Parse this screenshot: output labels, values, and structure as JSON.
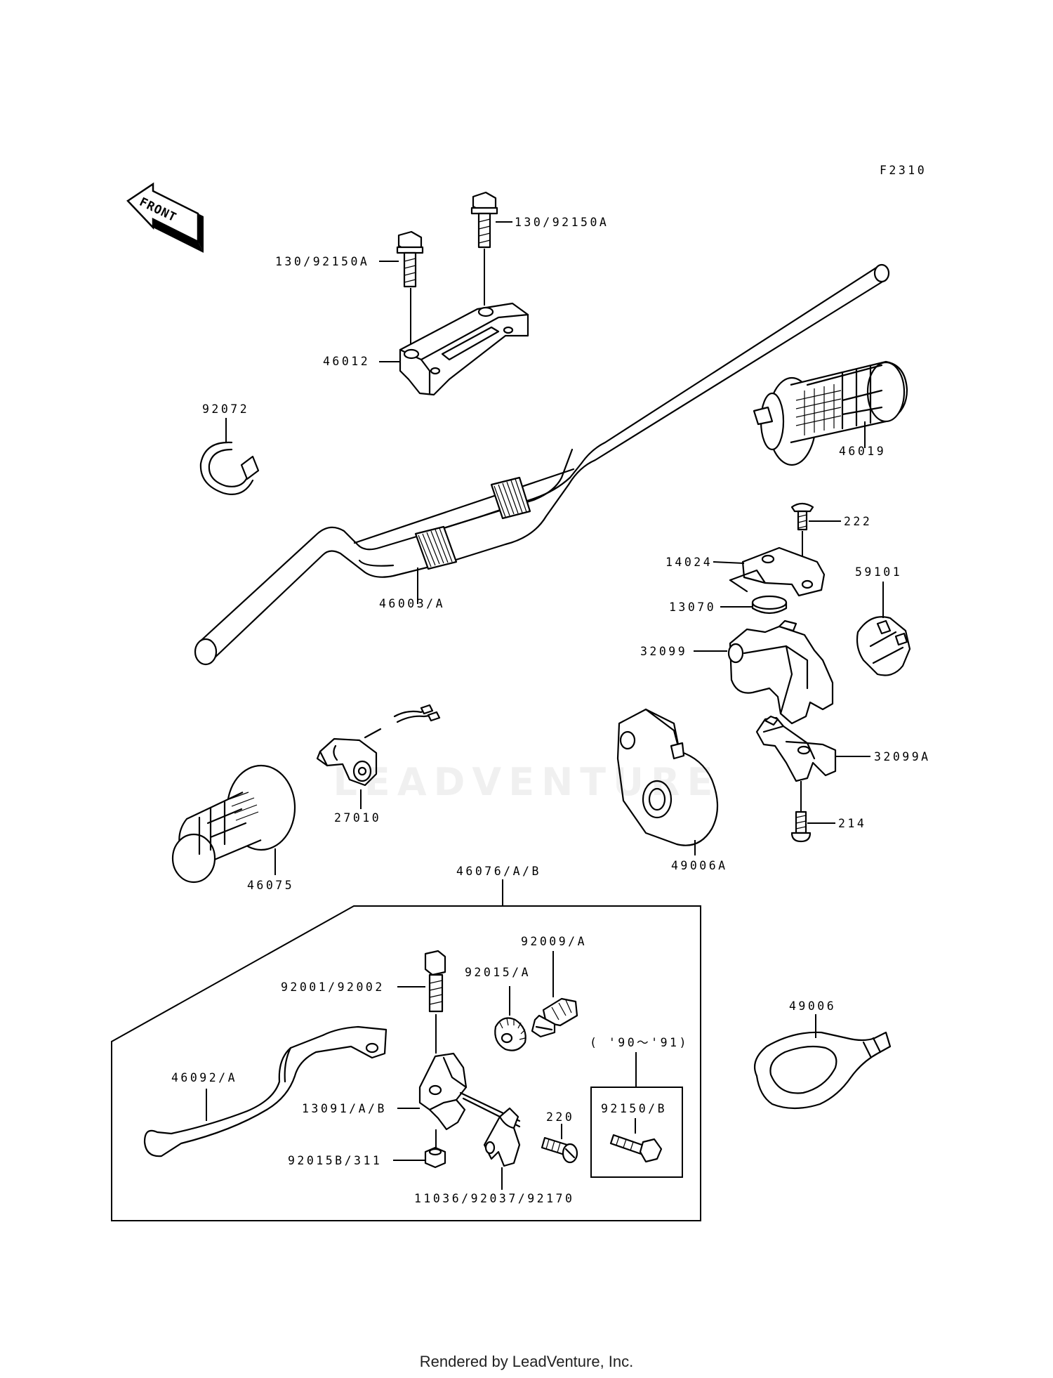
{
  "figure_code": "F2310",
  "front_arrow_label": "FRONT",
  "labels": {
    "bolt_left": "130/92150A",
    "bolt_right": "130/92150A",
    "clamp_holder": "46012",
    "wire_band": "92072",
    "handlebar": "46003/A",
    "throttle_grip": "46019",
    "screw_222": "222",
    "cover_14024": "14024",
    "ring_13070": "13070",
    "case_59101": "59101",
    "housing_32099": "32099",
    "housing_32099a": "32099A",
    "screw_214": "214",
    "switch_27010": "27010",
    "boot_49006a": "49006A",
    "grip_46075": "46075",
    "lever_assy": "46076/A/B",
    "adjuster_92009": "92009/A",
    "nut_92015": "92015/A",
    "bolt_92001": "92001/92002",
    "lever_46092": "46092/A",
    "holder_13091": "13091/A/B",
    "nut_92015b": "92015B/311",
    "bracket_11036": "11036/92037/92170",
    "screw_220": "220",
    "year_note": "( '90～'91)",
    "bolt_92150b": "92150/B",
    "boot_49006": "49006"
  },
  "watermark": "LEADVENTURE",
  "footer": "Rendered by LeadVenture, Inc."
}
